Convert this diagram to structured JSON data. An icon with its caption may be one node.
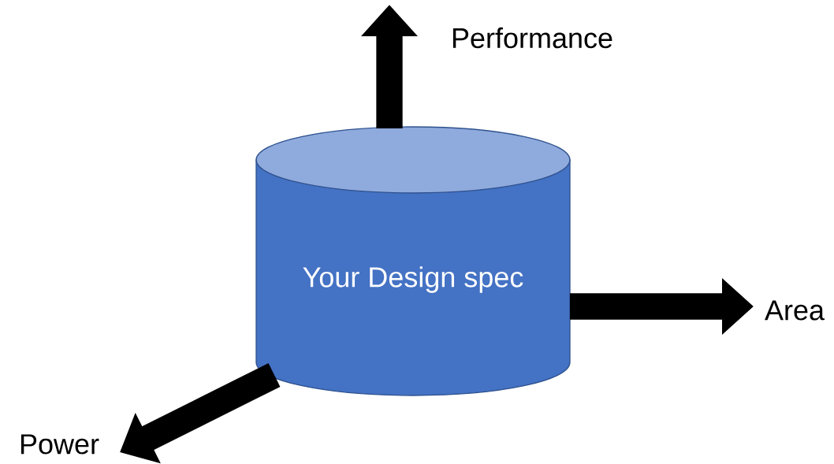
{
  "diagram": {
    "nodes": [
      {
        "text": [
          "Your Design spec"
        ]
      },
      {
        "text": [
          "Performance"
        ]
      },
      {
        "text": [
          "Area"
        ]
      },
      {
        "text": [
          "Power"
        ]
      }
    ],
    "edges": [
      {
        "from": 0,
        "to": 1,
        "arrow": "to"
      },
      {
        "from": 0,
        "to": 2,
        "arrow": "to"
      },
      {
        "from": 0,
        "to": 3,
        "arrow": "to"
      }
    ]
  }
}
